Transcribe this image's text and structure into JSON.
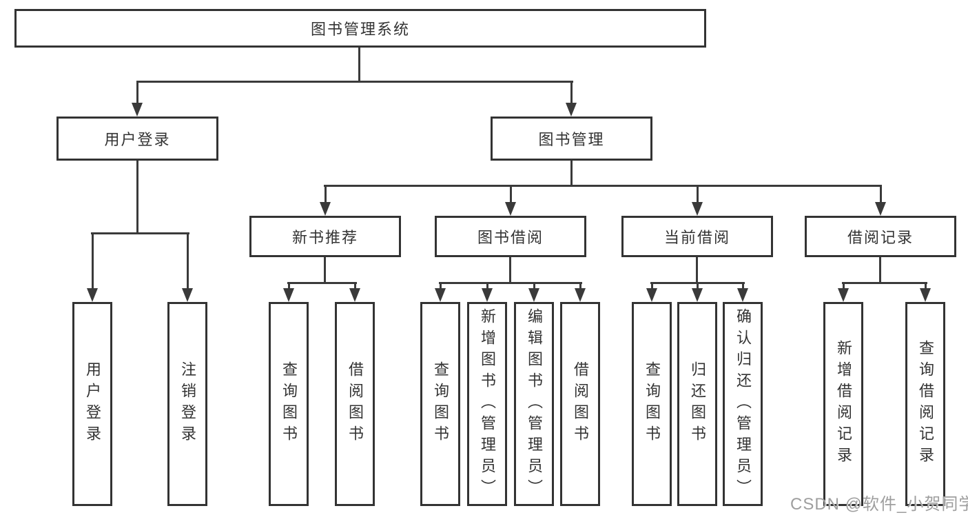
{
  "diagram": {
    "root": {
      "label": "图书管理系统"
    },
    "branches": [
      {
        "label": "用户登录",
        "children": [
          {
            "label": "用户登录"
          },
          {
            "label": "注销登录"
          }
        ]
      },
      {
        "label": "图书管理",
        "children": [
          {
            "label": "新书推荐",
            "children": [
              {
                "label": "查询图书"
              },
              {
                "label": "借阅图书"
              }
            ]
          },
          {
            "label": "图书借阅",
            "children": [
              {
                "label": "查询图书"
              },
              {
                "label": "新增图书（管理员）"
              },
              {
                "label": "编辑图书（管理员）"
              },
              {
                "label": "借阅图书"
              }
            ]
          },
          {
            "label": "当前借阅",
            "children": [
              {
                "label": "查询图书"
              },
              {
                "label": "归还图书"
              },
              {
                "label": "确认归还（管理员）"
              }
            ]
          },
          {
            "label": "借阅记录",
            "children": [
              {
                "label": "新增借阅记录"
              },
              {
                "label": "查询借阅记录"
              }
            ]
          }
        ]
      }
    ],
    "watermark": "CSDN @软件_小贺同学",
    "colors": {
      "line": "#3a3a3a",
      "border": "#333333",
      "text": "#333333",
      "watermark": "#9e9e9e",
      "background": "#ffffff"
    }
  }
}
